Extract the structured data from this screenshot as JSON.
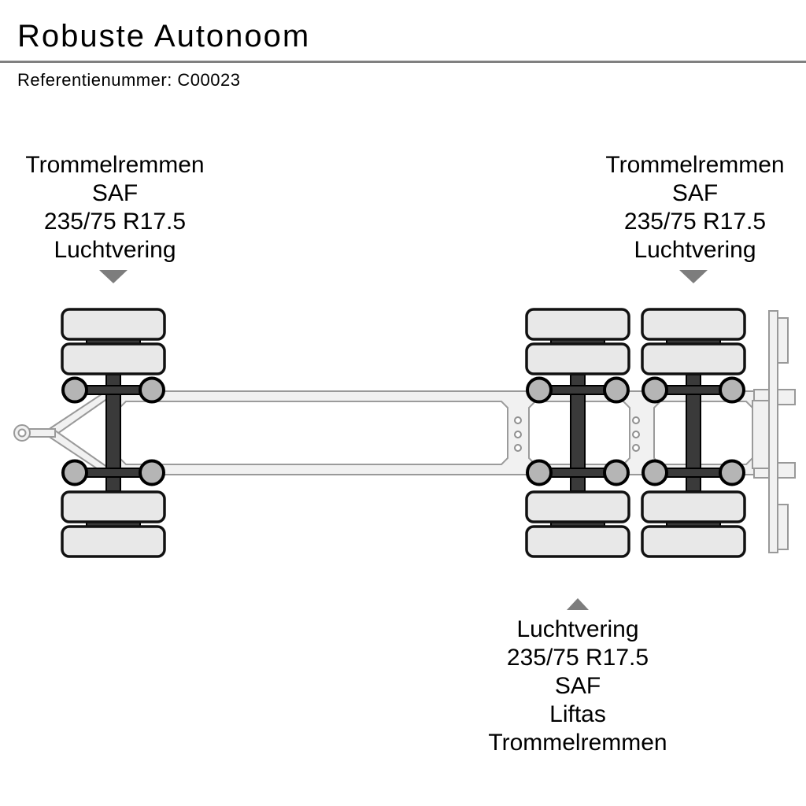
{
  "header": {
    "title": "Robuste Autonoom",
    "reference": "Referentienummer: C00023"
  },
  "axle_labels": {
    "front": {
      "lines": [
        "Trommelremmen",
        "SAF",
        "235/75 R17.5",
        "Luchtvering"
      ]
    },
    "rear": {
      "lines": [
        "Trommelremmen",
        "SAF",
        "235/75 R17.5",
        "Luchtvering"
      ]
    },
    "lift": {
      "lines": [
        "Luchtvering",
        "235/75 R17.5",
        "SAF",
        "Liftas",
        "Trommelremmen"
      ]
    }
  },
  "diagram": {
    "type": "trailer-chassis-top-view-schematic",
    "description": "Drawbar trailer chassis seen from above: front steering axle with tow eye, two rear axles, twin tires on each axle end",
    "axle_count": 3,
    "colors": {
      "tire": "#e8e8e8",
      "axle_bar": "#3a3a3a",
      "suspension": "#b5b5b5",
      "frame": "#f1f1f1",
      "frame_outline": "#999999",
      "panel": "#ffffff",
      "marker_arrow": "#7d7d7d",
      "divider": "#808080"
    }
  }
}
